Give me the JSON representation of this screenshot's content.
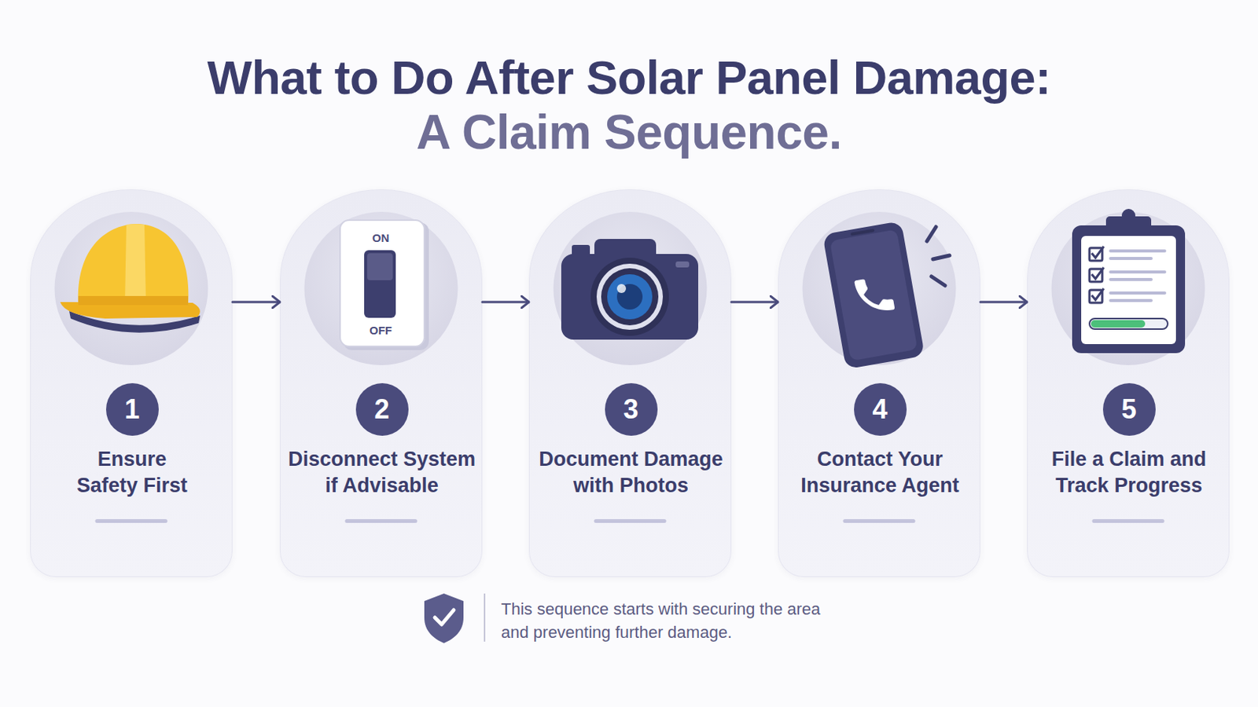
{
  "diagram": {
    "title": "What to Do After Solar Panel Damage:",
    "caption": "This sequence starts with securing the area and preventing further damage.",
    "nodes": [
      {
        "text": [
          "Ensure Safety First"
        ]
      },
      {
        "text": [
          "1"
        ],
        "in": 0
      },
      {
        "text": [
          "Disconnect System if Advisable"
        ]
      },
      {
        "text": [
          "2"
        ],
        "in": 2
      },
      {
        "text": [
          "Document Damage with Photos"
        ]
      },
      {
        "text": [
          "3"
        ],
        "in": 4
      },
      {
        "text": [
          "Contact Your Insurance Agent"
        ]
      },
      {
        "text": [
          "4"
        ],
        "in": 6
      },
      {
        "text": [
          "File a Claim and Track Progress"
        ]
      },
      {
        "text": [
          "5"
        ],
        "in": 8
      }
    ],
    "edges": [
      {
        "from": 0,
        "to": 2,
        "arrow": "to"
      },
      {
        "from": 2,
        "to": 4,
        "arrow": "to"
      },
      {
        "from": 4,
        "to": 6,
        "arrow": "to"
      },
      {
        "from": 6,
        "to": 8,
        "arrow": "to"
      }
    ],
    "labels": [
      "A Claim Sequence.",
      "ON",
      "OFF"
    ]
  }
}
